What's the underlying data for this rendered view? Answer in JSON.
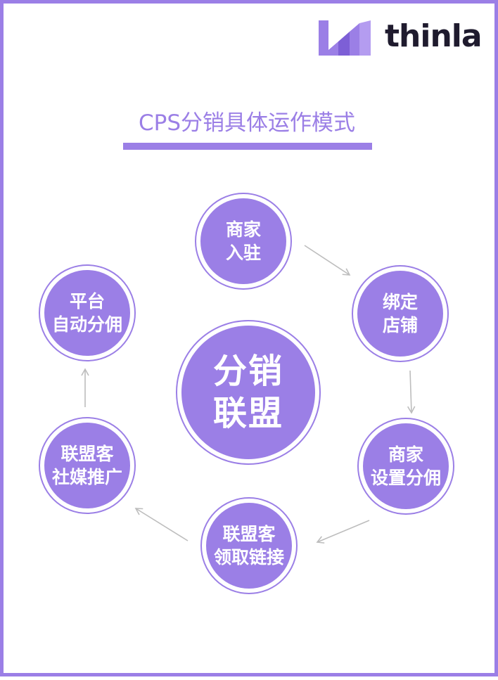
{
  "brand": {
    "name": "thinla",
    "accent_color": "#9b7fe6"
  },
  "header": {
    "title": "CPS分销具体运作模式"
  },
  "diagram": {
    "center": {
      "lines": [
        "分销",
        "联盟"
      ]
    },
    "steps": [
      {
        "lines": [
          "商家",
          "入驻"
        ]
      },
      {
        "lines": [
          "绑定",
          "店铺"
        ]
      },
      {
        "lines": [
          "商家",
          "设置分佣"
        ]
      },
      {
        "lines": [
          "联盟客",
          "领取链接"
        ]
      },
      {
        "lines": [
          "联盟客",
          "社媒推广"
        ]
      },
      {
        "lines": [
          "平台",
          "自动分佣"
        ]
      }
    ],
    "arrow_color": "#bdbdbd"
  }
}
